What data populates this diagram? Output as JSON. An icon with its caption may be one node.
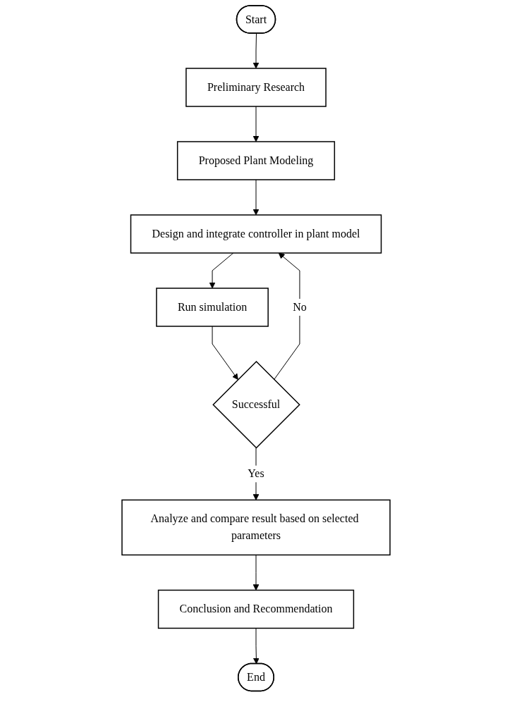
{
  "diagram": {
    "nodes": [
      {
        "text": [
          "Start"
        ]
      },
      {
        "text": [
          "Preliminary Research"
        ]
      },
      {
        "text": [
          "Proposed Plant Modeling"
        ]
      },
      {
        "text": [
          "Design and integrate controller in plant model"
        ]
      },
      {
        "text": [
          "Run simulation"
        ]
      },
      {
        "text": [
          "Successful"
        ]
      },
      {
        "text": [
          "Analyze and compare result based on selected parameters"
        ]
      },
      {
        "text": [
          "Conclusion and Recommendation"
        ]
      },
      {
        "text": [
          "End"
        ]
      }
    ],
    "edges": [
      {
        "from": 0,
        "to": 1,
        "arrow": "to"
      },
      {
        "from": 1,
        "to": 2,
        "arrow": "to"
      },
      {
        "from": 2,
        "to": 3,
        "arrow": "to"
      },
      {
        "from": 3,
        "to": 4,
        "arrow": "to"
      },
      {
        "from": 4,
        "to": 5,
        "arrow": "to"
      },
      {
        "from": 5,
        "to": 3,
        "label": "No",
        "arrow": "to"
      },
      {
        "from": 5,
        "to": 6,
        "label": "Yes",
        "arrow": "to"
      },
      {
        "from": 6,
        "to": 7,
        "arrow": "to"
      },
      {
        "from": 7,
        "to": 8,
        "arrow": "to"
      }
    ]
  }
}
